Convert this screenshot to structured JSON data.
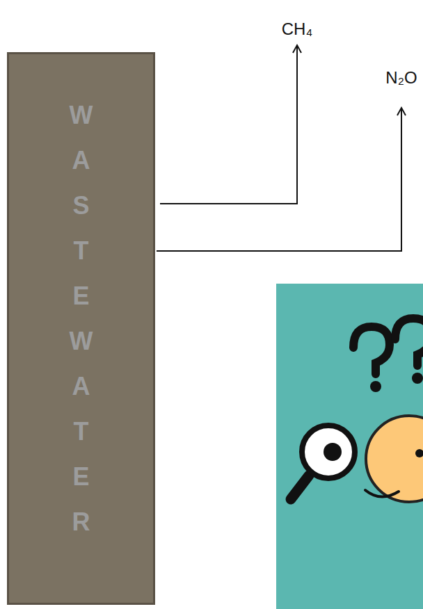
{
  "diagram": {
    "nodes": [
      {
        "text": [
          "WASTEWATER"
        ]
      }
    ],
    "labels": [
      "CH₄",
      "N₂O"
    ]
  }
}
